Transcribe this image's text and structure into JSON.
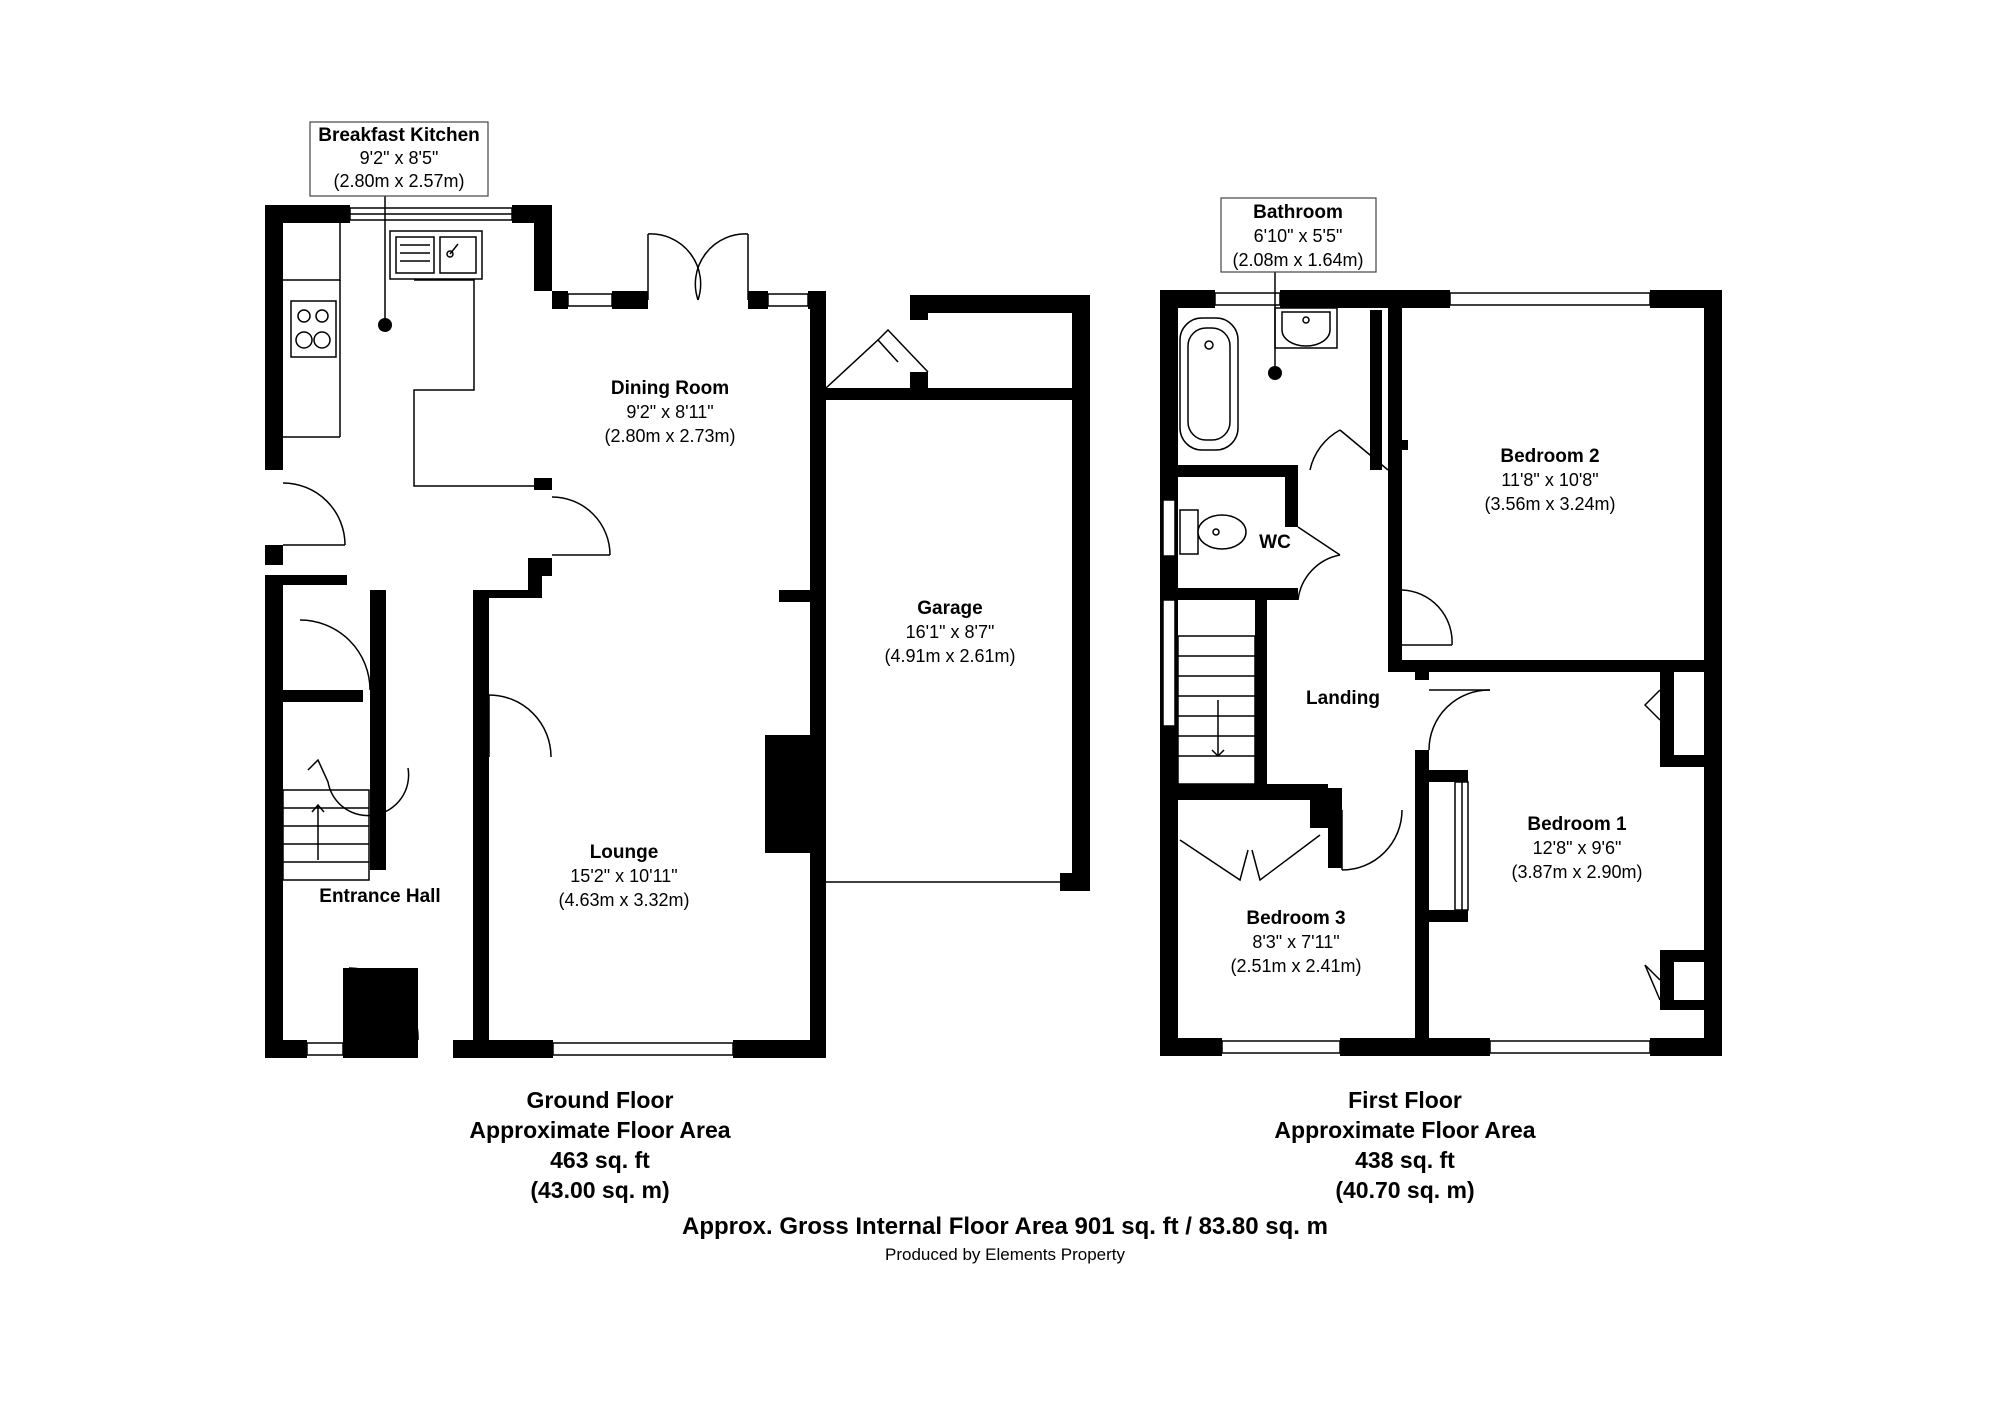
{
  "ground_floor": {
    "rooms": [
      {
        "name": "Breakfast Kitchen",
        "size_imperial": "9'2\" x 8'5\"",
        "size_metric": "(2.80m x 2.57m)"
      },
      {
        "name": "Dining Room",
        "size_imperial": "9'2\" x 8'11\"",
        "size_metric": "(2.80m x 2.73m)"
      },
      {
        "name": "Garage",
        "size_imperial": "16'1\" x 8'7\"",
        "size_metric": "(4.91m x 2.61m)"
      },
      {
        "name": "Lounge",
        "size_imperial": "15'2\" x 10'11\"",
        "size_metric": "(4.63m x 3.32m)"
      },
      {
        "name": "Entrance Hall"
      }
    ],
    "caption": {
      "line1": "Ground Floor",
      "line2": "Approximate Floor Area",
      "sqft": "463 sq. ft",
      "sqm": "(43.00 sq. m)"
    }
  },
  "first_floor": {
    "rooms": [
      {
        "name": "Bathroom",
        "size_imperial": "6'10\" x 5'5\"",
        "size_metric": "(2.08m x 1.64m)"
      },
      {
        "name": "Bedroom 2",
        "size_imperial": "11'8\" x 10'8\"",
        "size_metric": "(3.56m x 3.24m)"
      },
      {
        "name": "WC"
      },
      {
        "name": "Landing"
      },
      {
        "name": "Bedroom 1",
        "size_imperial": "12'8\" x 9'6\"",
        "size_metric": "(3.87m x 2.90m)"
      },
      {
        "name": "Bedroom 3",
        "size_imperial": "8'3\" x 7'11\"",
        "size_metric": "(2.51m x 2.41m)"
      }
    ],
    "caption": {
      "line1": "First Floor",
      "line2": "Approximate Floor Area",
      "sqft": "438 sq. ft",
      "sqm": "(40.70 sq. m)"
    }
  },
  "footer": {
    "gross_area": "Approx. Gross Internal Floor Area 901 sq. ft / 83.80 sq. m",
    "credit": "Produced by Elements Property"
  }
}
